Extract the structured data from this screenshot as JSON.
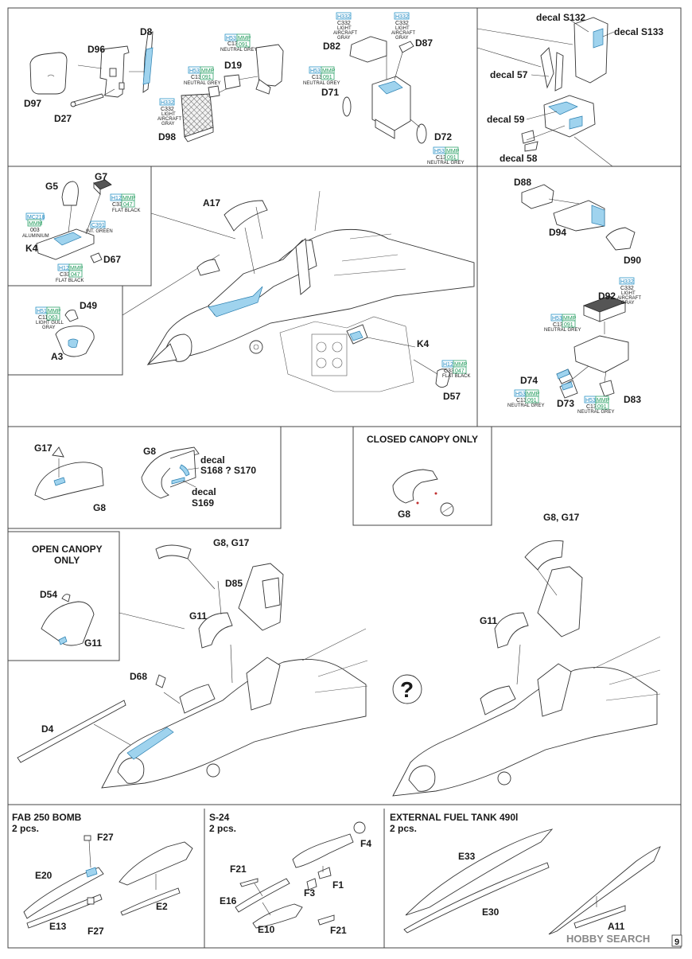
{
  "page_number": "9",
  "watermark": "HOBBY SEARCH",
  "seat_section": {
    "labels": {
      "d8": "D8",
      "d96": "D96",
      "d97": "D97",
      "d27": "D27",
      "d98": "D98",
      "d19": "D19",
      "d82": "D82",
      "d87": "D87",
      "d71": "D71",
      "d72": "D72"
    },
    "paint_a": {
      "h": "H53",
      "mmp": "MMP",
      "c": "C13",
      "n": "091",
      "name": "NEUTRAL GREY"
    },
    "paint_b": {
      "h": "H53",
      "mmp": "MMP",
      "c": "C13",
      "n": "091",
      "name": "NEUTRAL GREY"
    },
    "paint_c": {
      "h": "H332",
      "c": "C332",
      "name1": "LIGHT",
      "name2": "AIRCRAFT",
      "name3": "GRAY"
    },
    "paint_d": {
      "h": "H332",
      "c": "C332",
      "name1": "LIGHT",
      "name2": "AIRCRAFT",
      "name3": "GRAY"
    },
    "paint_e": {
      "h": "H332",
      "c": "C332",
      "name1": "LIGHT",
      "name2": "AIRCRAFT",
      "name3": "GRAY"
    },
    "paint_f": {
      "h": "H53",
      "mmp": "MMP",
      "c": "C13",
      "n": "091",
      "name": "NEUTRAL GREY"
    },
    "paint_g": {
      "h": "H53",
      "mmp": "MMP",
      "c": "C13",
      "n": "091",
      "name": "NEUTRAL GREY"
    }
  },
  "decal_section": {
    "s132": "decal S132",
    "s133": "decal S133",
    "d57": "decal 57",
    "d59": "decal 59",
    "d58": "decal 58"
  },
  "cockpit_section": {
    "labels": {
      "g5": "G5",
      "g7": "G7",
      "k4": "K4",
      "d67": "D67",
      "a17": "A17",
      "d49": "D49",
      "a3": "A3",
      "k4b": "K4",
      "d57": "D57"
    },
    "paint_g7": {
      "h": "H12",
      "mmp": "MMP",
      "c": "C33",
      "n": "047",
      "name": "FLAT BLACK"
    },
    "paint_mc": {
      "h": "MC218",
      "mmp": "MMM",
      "n": "003",
      "name": "ALUMINIUM"
    },
    "paint_c391": {
      "c": "C391",
      "name": "INT. GREEN"
    },
    "paint_k4": {
      "h": "H12",
      "mmp": "MMP",
      "c": "C33",
      "n": "047",
      "name": "FLAT BLACK"
    },
    "paint_d49": {
      "h": "H51",
      "mmp": "MMP",
      "c": "C11",
      "n": "063",
      "name1": "LIGHT GULL",
      "name2": "GRAY"
    },
    "paint_d57": {
      "h": "H12",
      "mmp": "MMP",
      "c": "C33",
      "n": "047",
      "name": "FLAT BLACK"
    }
  },
  "seat2_section": {
    "labels": {
      "d88": "D88",
      "d94": "D94",
      "d90": "D90",
      "d92": "D92",
      "d74": "D74",
      "d73": "D73",
      "d83": "D83"
    },
    "paint_d92": {
      "h": "H332",
      "c": "C332",
      "name1": "LIGHT",
      "name2": "AIRCRAFT",
      "name3": "GRAY"
    },
    "paint_d92b": {
      "h": "H53",
      "mmp": "MMP",
      "c": "C13",
      "n": "091",
      "name": "NEUTRAL GREY"
    },
    "paint_d74": {
      "h": "H53",
      "mmp": "MMP",
      "c": "C13",
      "n": "091",
      "name": "NEUTRAL GREY"
    },
    "paint_d83": {
      "h": "H53",
      "mmp": "MMP",
      "c": "C13",
      "n": "091",
      "name": "NEUTRAL GREY"
    }
  },
  "canopy_section": {
    "g17": "G17",
    "g8": "G8",
    "g8b": "G8",
    "decal_s168_a": "decal",
    "decal_s168_b": "S168 ? S170",
    "decal_s169_a": "decal",
    "decal_s169_b": "S169",
    "closed_title": "CLOSED CANOPY ONLY",
    "g8c": "G8",
    "open_title_1": "OPEN CANOPY",
    "open_title_2": "ONLY",
    "d54": "D54",
    "g11a": "G11",
    "g8g17a": "G8, G17",
    "d85": "D85",
    "g11b": "G11",
    "d68": "D68",
    "d4": "D4",
    "g8g17b": "G8, G17",
    "g11c": "G11",
    "question": "?"
  },
  "stores_section": {
    "fab_title": "FAB 250 BOMB",
    "fab_qty": "2 pcs.",
    "f27a": "F27",
    "e20": "E20",
    "e13": "E13",
    "f27b": "F27",
    "e2": "E2",
    "s24_title": "S-24",
    "s24_qty": "2 pcs.",
    "f4": "F4",
    "f21a": "F21",
    "f1": "F1",
    "f3": "F3",
    "e16": "E16",
    "e10": "E10",
    "f21b": "F21",
    "tank_title": "EXTERNAL FUEL TANK 490l",
    "tank_qty": "2 pcs.",
    "e33": "E33",
    "e30": "E30",
    "a11": "A11"
  }
}
